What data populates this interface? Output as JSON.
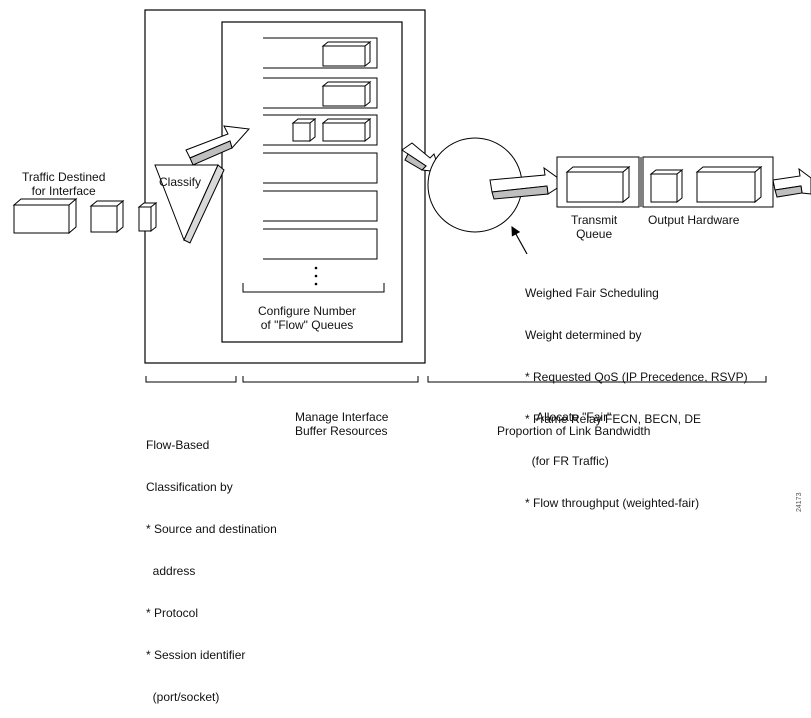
{
  "labels": {
    "traffic": [
      "Traffic Destined",
      "for Interface"
    ],
    "classify": "Classify",
    "configure": [
      "Configure Number",
      "of \"Flow\" Queues"
    ],
    "transmit_queue": [
      "Transmit",
      "Queue"
    ],
    "output_hardware": "Output Hardware",
    "wfs": [
      "Weighed Fair Scheduling",
      "Weight determined by",
      "* Requested QoS (IP Precedence, RSVP)",
      "* Frame Relay FECN, BECN, DE",
      "  (for FR Traffic)",
      "* Flow throughput (weighted-fair)"
    ],
    "flow_based": [
      "Flow-Based",
      "Classification by",
      "* Source and destination",
      "  address",
      "* Protocol",
      "* Session identifier",
      "  (port/socket)"
    ],
    "manage": [
      "Manage Interface",
      "Buffer Resources"
    ],
    "allocate": [
      "Allocate \"Fair\"",
      "Proportion of Link Bandwidth"
    ],
    "figure_id": "24173"
  },
  "colors": {
    "stroke": "#000000",
    "fill": "#ffffff",
    "shade": "#bfbfbf"
  }
}
